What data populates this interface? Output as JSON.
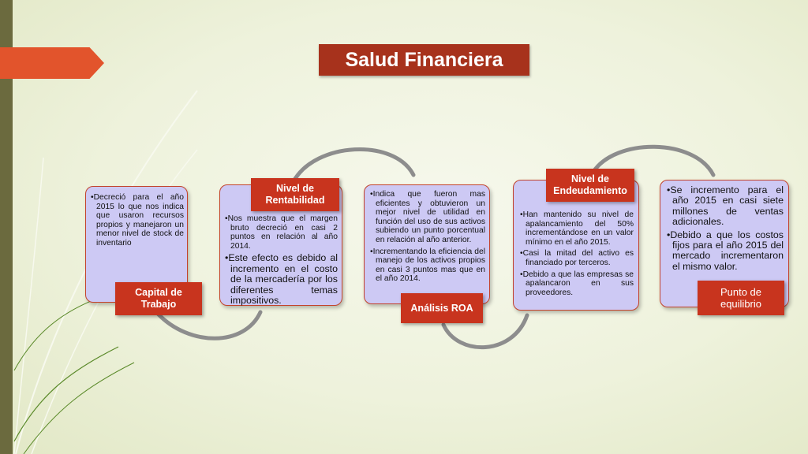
{
  "title": "Salud Financiera",
  "cards": [
    {
      "id": "capital-de-trabajo",
      "label": "Capital de Trabajo",
      "items": [
        "Decreció para el año 2015 lo que nos indica que usaron recursos propios y manejaron un menor nivel de stock de inventario"
      ]
    },
    {
      "id": "nivel-de-rentabilidad",
      "label": "Nivel de Rentabilidad",
      "items": [
        "Nos muestra que el margen bruto decreció en casi 2 puntos en relación al año 2014.",
        "Este efecto es debido al incremento en el costo de la mercadería por los diferentes temas impositivos."
      ]
    },
    {
      "id": "analisis-roa",
      "label": "Análisis ROA",
      "items": [
        "Indica que fueron mas eficientes y obtuvieron un mejor nivel de utilidad en función del uso de sus activos subiendo un punto porcentual en relación al año anterior.",
        "Incrementando la eficiencia del manejo de los activos propios en casi 3 puntos mas que en el año 2014."
      ]
    },
    {
      "id": "nivel-de-endeudamiento",
      "label": "Nivel de Endeudamiento",
      "items": [
        "Han mantenido su nivel de apalancamiento del 50% incrementándose en un valor mínimo en el año 2015.",
        "Casi la mitad del activo es financiado por terceros.",
        "Debido a que las empresas se apalancaron en sus proveedores."
      ]
    },
    {
      "id": "punto-de-equilibrio",
      "label": "Punto de equilibrio",
      "items": [
        "Se incremento para el año 2015 en casi siete millones de ventas adicionales.",
        "Debido a que los costos fijos para el año 2015 del mercado incrementaron el mismo valor."
      ]
    }
  ]
}
